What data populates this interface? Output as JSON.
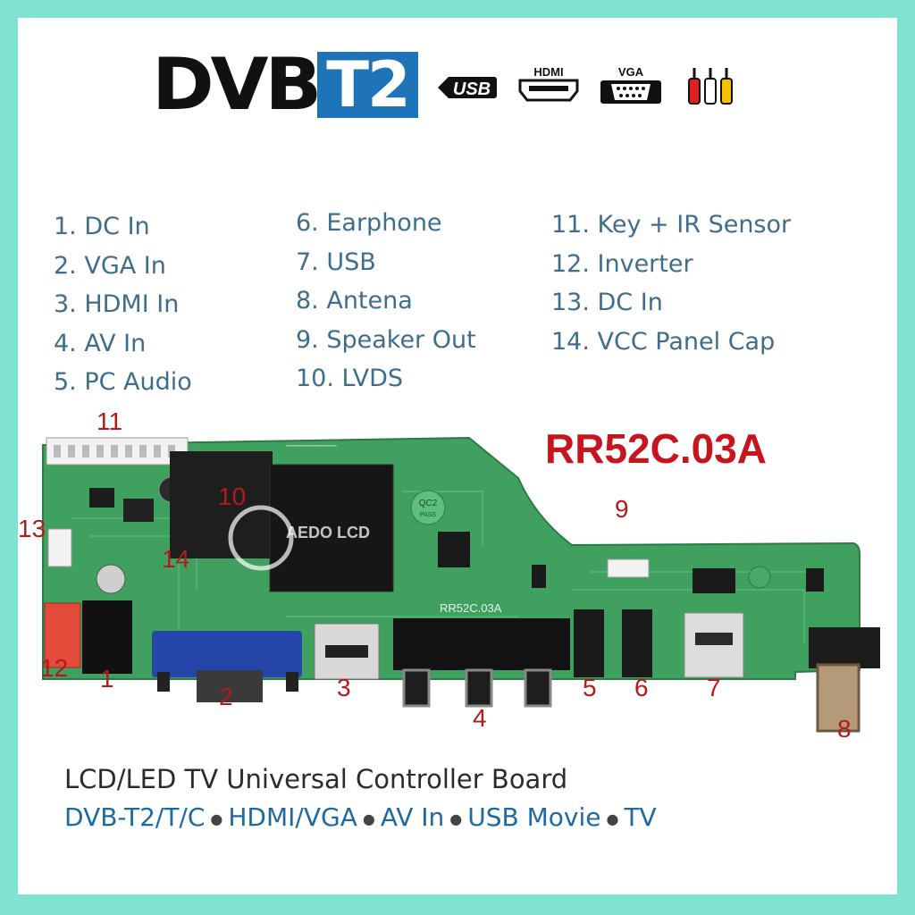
{
  "brand": {
    "logo_dvb": "DVB",
    "logo_t2": "T2",
    "usb_label": "USB",
    "hdmi_label": "HDMI",
    "vga_label": "VGA"
  },
  "legend": {
    "col1": [
      "1. DC In",
      "2. VGA In",
      "3. HDMI In",
      "4. AV In",
      "5. PC Audio"
    ],
    "col2": [
      "6. Earphone",
      "7. USB",
      "8. Antena",
      "9. Speaker Out",
      "10. LVDS"
    ],
    "col3": [
      "11. Key + IR Sensor",
      "12. Inverter",
      "13. DC In",
      "14. VCC Panel Cap"
    ]
  },
  "model": "RR52C.03A",
  "board_silkscreen": "RR52C.03A",
  "board_watermark": "AEDO LCD",
  "qc_stamp": {
    "line1": "QC2",
    "line2": "PASS"
  },
  "callouts": {
    "n1": "1",
    "n2": "2",
    "n3": "3",
    "n4": "4",
    "n5": "5",
    "n6": "6",
    "n7": "7",
    "n8": "8",
    "n9": "9",
    "n10": "10",
    "n11": "11",
    "n12": "12",
    "n13": "13",
    "n14": "14"
  },
  "footer": {
    "line1": "LCD/LED TV Universal Controller Board",
    "items": [
      "DVB-T2/T/C",
      "HDMI/VGA",
      "AV In",
      "USB Movie",
      "TV"
    ],
    "separator": "●"
  },
  "colors": {
    "frame": "#7fe3cf",
    "pcb": "#3fa060",
    "legend_text": "#3f6d8c",
    "model_text": "#c8141e",
    "callout_text": "#b51a1a",
    "dvb_blue": "#1f74b7"
  }
}
